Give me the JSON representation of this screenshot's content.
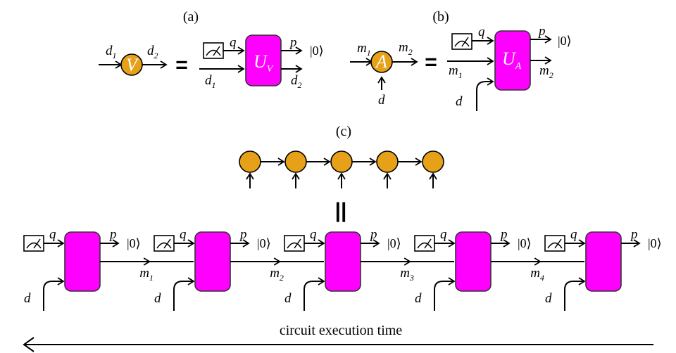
{
  "panels": {
    "a": {
      "label": "(a)",
      "node_letter": "V",
      "in_label": "d",
      "in_sub": "1",
      "out_label": "d",
      "out_sub": "2",
      "equals": "=",
      "gate_letter": "U",
      "gate_sub": "V",
      "top_in": "q",
      "top_out": "p",
      "ket": "|0⟩",
      "bottom_in": "d",
      "bottom_in_sub": "1",
      "bottom_out": "d",
      "bottom_out_sub": "2"
    },
    "b": {
      "label": "(b)",
      "node_letter": "A",
      "in_label": "m",
      "in_sub": "1",
      "out_label": "m",
      "out_sub": "2",
      "phys_label": "d",
      "equals": "=",
      "gate_letter": "U",
      "gate_sub": "A",
      "top_in": "q",
      "top_out": "p",
      "ket": "|0⟩",
      "mid_in": "m",
      "mid_in_sub": "1",
      "mid_out": "m",
      "mid_out_sub": "2",
      "phys_in": "d"
    },
    "c": {
      "label": "(c)",
      "equals": "||",
      "node_count": 5,
      "circuit": {
        "q": "q",
        "p": "p",
        "ket": "|0⟩",
        "d": "d",
        "bonds": [
          {
            "label": "m",
            "sub": "1"
          },
          {
            "label": "m",
            "sub": "2"
          },
          {
            "label": "m",
            "sub": "3"
          },
          {
            "label": "m",
            "sub": "4"
          }
        ]
      },
      "caption": "circuit execution time"
    }
  }
}
